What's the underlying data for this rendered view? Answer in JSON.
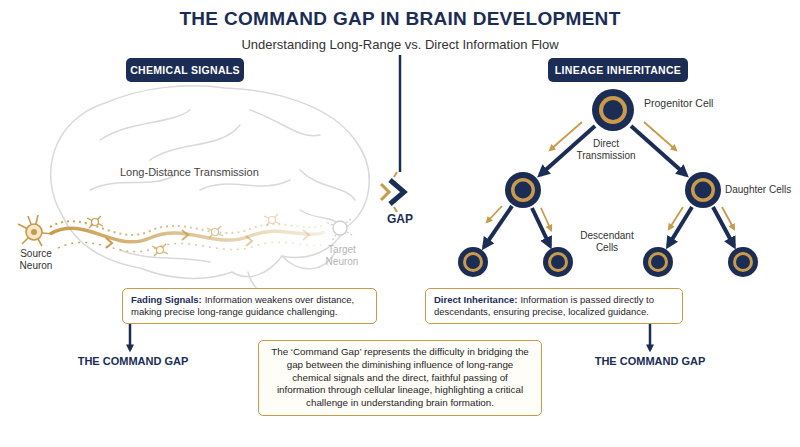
{
  "diagram": {
    "title": "THE COMMAND GAP IN BRAIN DEVELOPMENT",
    "nodes": [
      {
        "text": [
          "CHEMICAL SIGNALS"
        ]
      },
      {
        "text": [
          "LINEAGE INHERITANCE"
        ]
      },
      {
        "text": [
          "Fading Signals:",
          "Information weakens over distance, making precise long-range guidance challenging."
        ]
      },
      {
        "text": [
          "Direct Inheritance:",
          "Information is passed directly to descendants, ensuring precise, localized guidance."
        ]
      },
      {
        "text": [
          "The ‘Command Gap’ represents the difficulty in bridging the gap between the diminishing influence of long-range chemical signals and the direct, faithful passing of information through cellular lineage, highlighting a critical challenge in understanding brain formation."
        ]
      }
    ],
    "labels": [
      "Understanding Long-Range vs. Direct Information Flow",
      "Long-Distance Transmission",
      "Source Neuron",
      "Target Neuron",
      "GAP",
      "Progenitor Cell",
      "Direct Transmission",
      "Daughter Cells",
      "Descendant Cells",
      "THE COMMAND GAP",
      "THE COMMAND GAP"
    ]
  }
}
